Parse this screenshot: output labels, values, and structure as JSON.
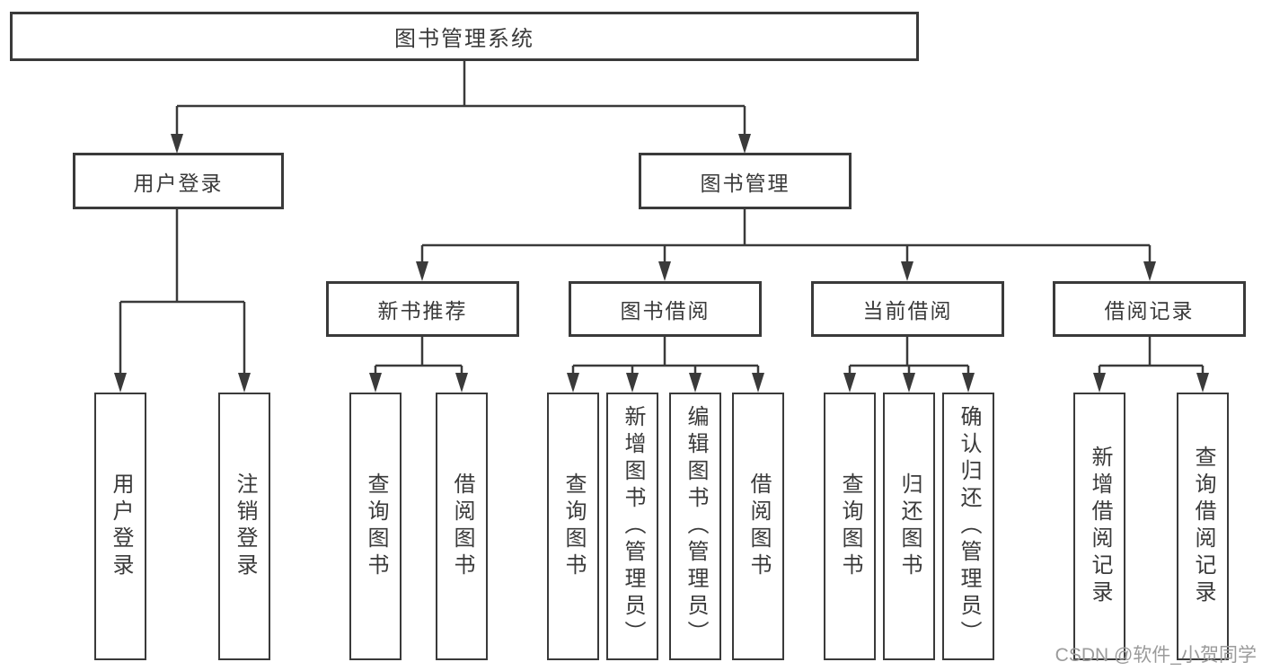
{
  "diagram": {
    "root": "图书管理系统",
    "level2": [
      "用户登录",
      "图书管理"
    ],
    "level3": [
      "新书推荐",
      "图书借阅",
      "当前借阅",
      "借阅记录"
    ],
    "leaves": {
      "user_login": [
        "用户登录",
        "注销登录"
      ],
      "new_book": [
        "查询图书",
        "借阅图书"
      ],
      "book_borrow": [
        "查询图书",
        "新增图书（管理员）",
        "编辑图书（管理员）",
        "借阅图书"
      ],
      "current_borrow": [
        "查询图书",
        "归还图书",
        "确认归还（管理员）"
      ],
      "borrow_records": [
        "新增借阅记录",
        "查询借阅记录"
      ]
    }
  },
  "watermark": "CSDN @软件_小贺同学",
  "colors": {
    "line": "#3a3a3a",
    "text": "#3a3a3a",
    "watermark": "#9b9b9b",
    "background": "#ffffff"
  }
}
